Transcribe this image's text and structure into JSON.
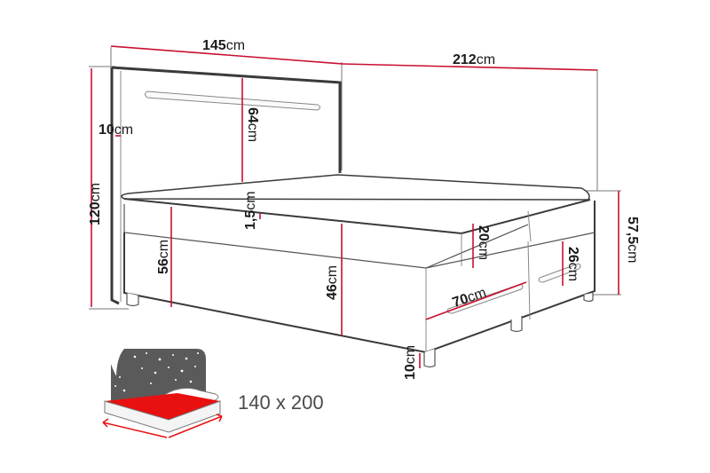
{
  "diagram": {
    "subject": "Box spring bed dimension drawing",
    "colors": {
      "dimension_line": "#c8102e",
      "outline": "#3a3a3a",
      "icon_gray": "#5a5a5a",
      "icon_red": "#e81010"
    },
    "dimensions": {
      "headboard_width": {
        "value": "145",
        "unit": "cm"
      },
      "total_length": {
        "value": "212",
        "unit": "cm"
      },
      "headboard_thickness": {
        "value": "10",
        "unit": "cm"
      },
      "headboard_height": {
        "value": "120",
        "unit": "cm"
      },
      "headboard_above_mattress": {
        "value": "64",
        "unit": "cm"
      },
      "topper_thickness": {
        "value": "1,5",
        "unit": "cm"
      },
      "base_height_front": {
        "value": "56",
        "unit": "cm"
      },
      "base_height_side": {
        "value": "46",
        "unit": "cm"
      },
      "mattress_height": {
        "value": "20",
        "unit": "cm"
      },
      "total_side_height": {
        "value": "57,5",
        "unit": "cm"
      },
      "drawer_height": {
        "value": "26",
        "unit": "cm"
      },
      "drawer_width": {
        "value": "70",
        "unit": "cm"
      },
      "leg_height": {
        "value": "10",
        "unit": "cm"
      }
    },
    "mattress_size": "140 x 200"
  }
}
